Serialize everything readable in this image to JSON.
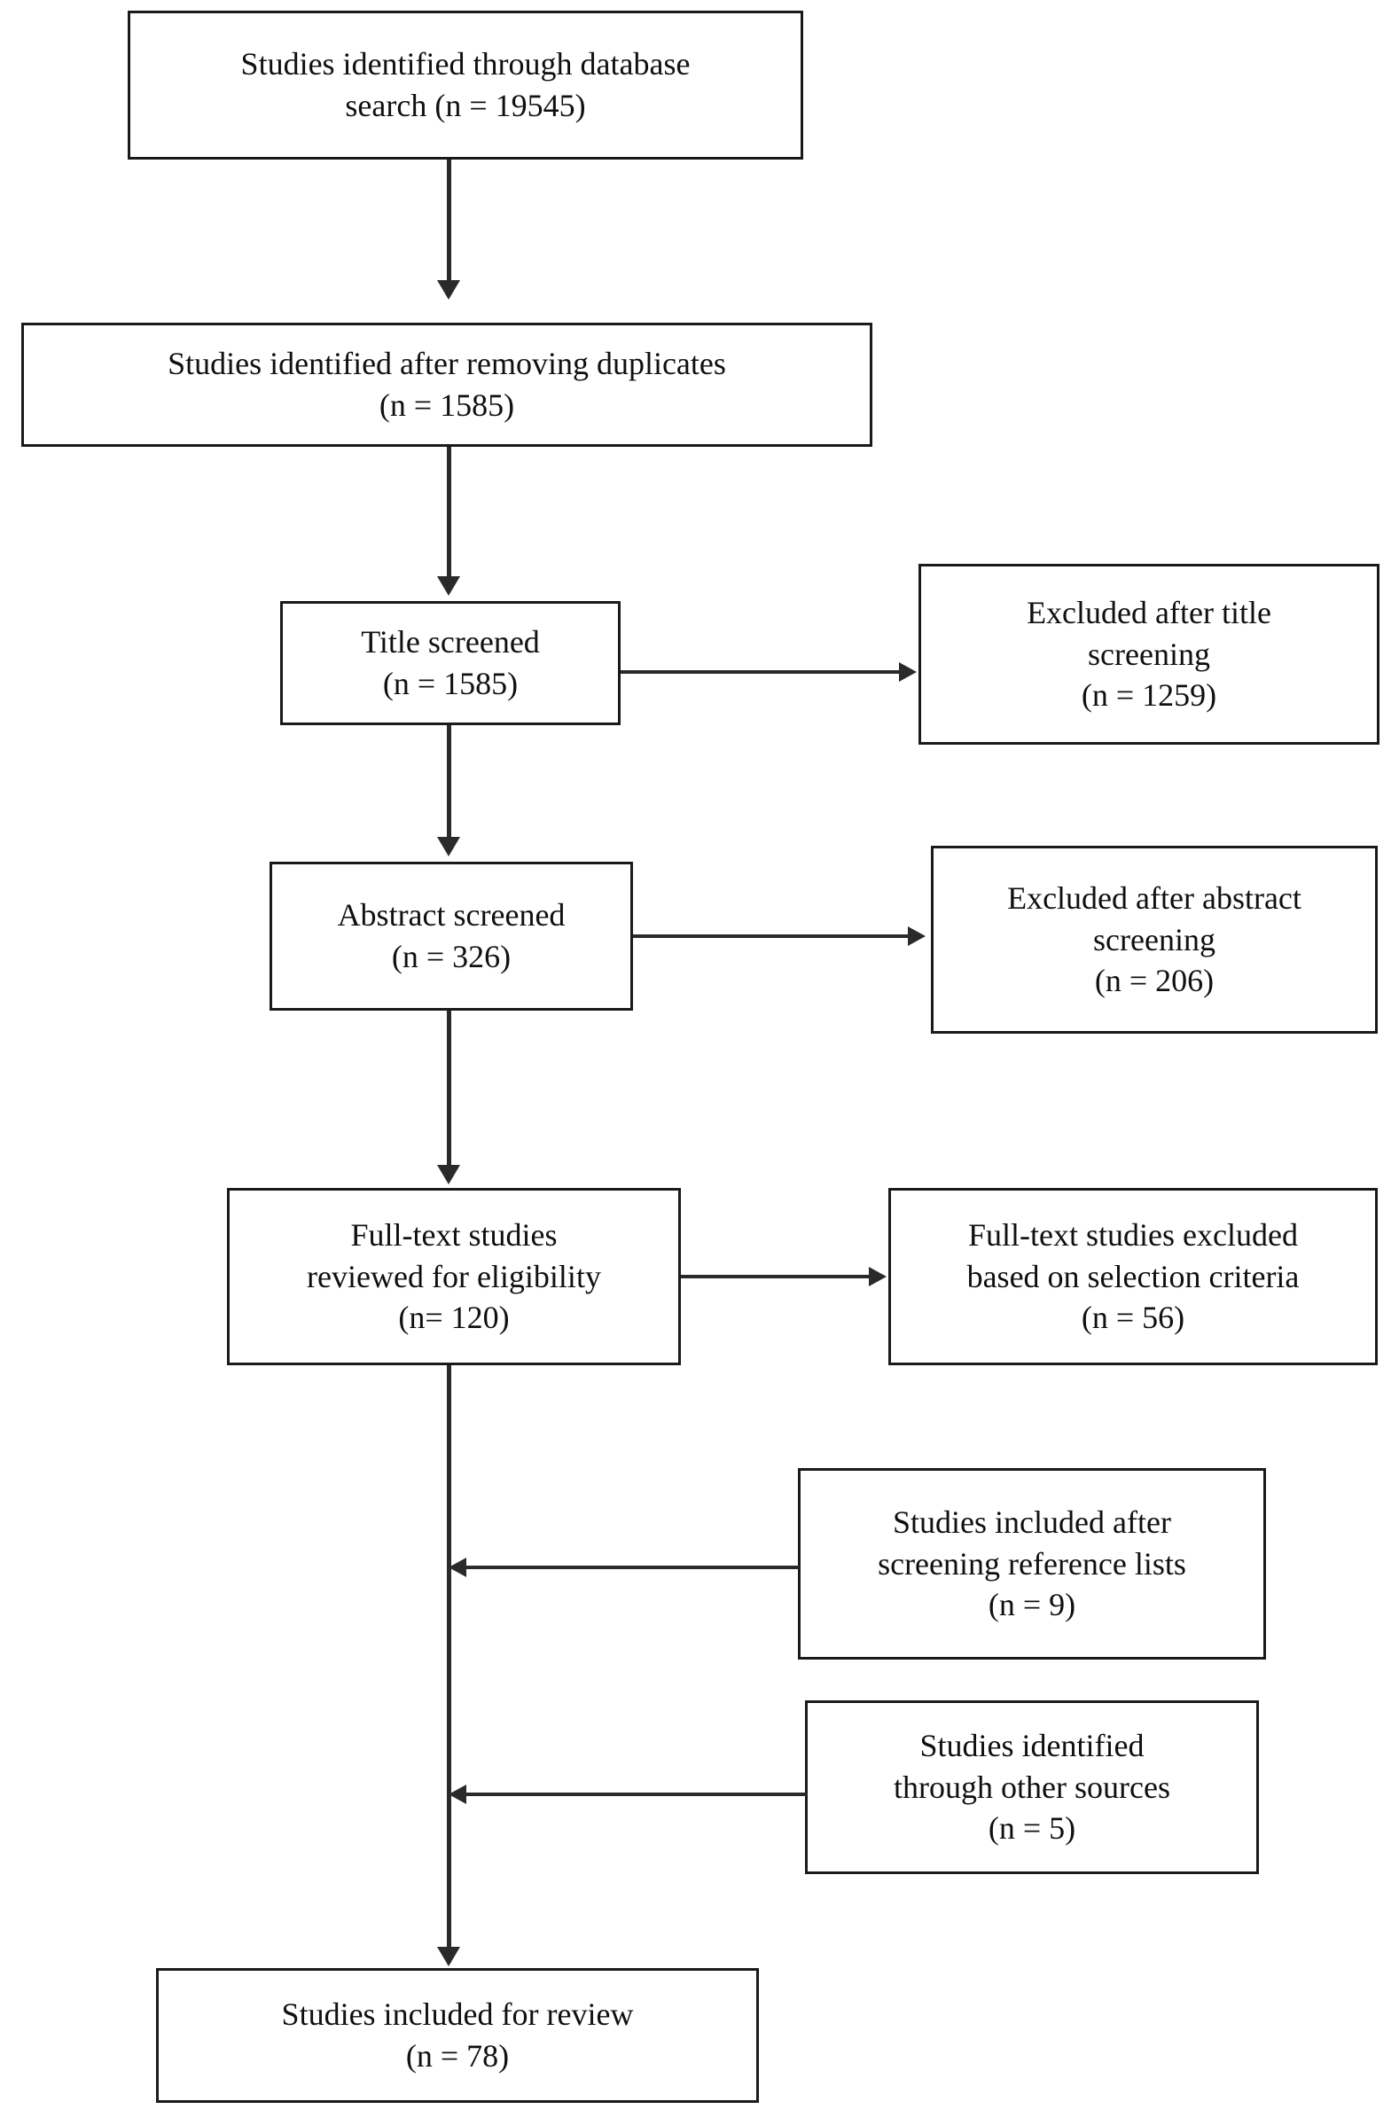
{
  "diagram": {
    "type": "prisma-flow-diagram",
    "title": "",
    "line_color": "#2a2a2a",
    "box_border_color": "#1a1a1a",
    "background": "#ffffff",
    "nodes": [
      {
        "id": "identified",
        "line1": "Studies identified through database",
        "line2": "search (n = 19545)",
        "count": 19545
      },
      {
        "id": "deduplicated",
        "line1": "Studies identified after removing duplicates",
        "line2": "(n = 1585)",
        "count": 1585
      },
      {
        "id": "title_screened",
        "line1": "Title screened",
        "line2": "(n = 1585)",
        "count": 1585
      },
      {
        "id": "excluded_title",
        "line1": "Excluded after title",
        "line2": "screening",
        "line3": "(n = 1259)",
        "count": 1259
      },
      {
        "id": "abstract_screened",
        "line1": "Abstract screened",
        "line2": "(n = 326)",
        "count": 326
      },
      {
        "id": "excluded_abstract",
        "line1": "Excluded after abstract",
        "line2": "screening",
        "line3": "(n = 206)",
        "count": 206
      },
      {
        "id": "fulltext_reviewed",
        "line1": "Full-text studies",
        "line2": "reviewed for eligibility",
        "line3": "(n= 120)",
        "count": 120
      },
      {
        "id": "excluded_fulltext",
        "line1": "Full-text studies excluded",
        "line2": "based on selection criteria",
        "line3": "(n = 56)",
        "count": 56
      },
      {
        "id": "included_reference_lists",
        "line1": "Studies included after",
        "line2": "screening reference lists",
        "line3": "(n = 9)",
        "count": 9
      },
      {
        "id": "other_sources",
        "line1": "Studies identified",
        "line2": "through other sources",
        "line3": "(n = 5)",
        "count": 5
      },
      {
        "id": "included_review",
        "line1": "Studies included for review",
        "line2": "(n = 78)",
        "count": 78
      }
    ],
    "connectors": [
      {
        "id": "identified-to-deduplicated",
        "kind": "arrow-down"
      },
      {
        "id": "deduplicated-to-title",
        "kind": "arrow-down"
      },
      {
        "id": "title-to-excluded-title",
        "kind": "arrow-right"
      },
      {
        "id": "title-to-abstract",
        "kind": "arrow-down"
      },
      {
        "id": "abstract-to-excluded-abstract",
        "kind": "arrow-right"
      },
      {
        "id": "abstract-to-fulltext",
        "kind": "arrow-down"
      },
      {
        "id": "fulltext-to-excluded-fulltext",
        "kind": "arrow-right"
      },
      {
        "id": "reference-lists-to-spine",
        "kind": "arrow-left"
      },
      {
        "id": "other-sources-to-spine",
        "kind": "arrow-left"
      },
      {
        "id": "spine-to-included-review",
        "kind": "arrow-down"
      }
    ]
  }
}
